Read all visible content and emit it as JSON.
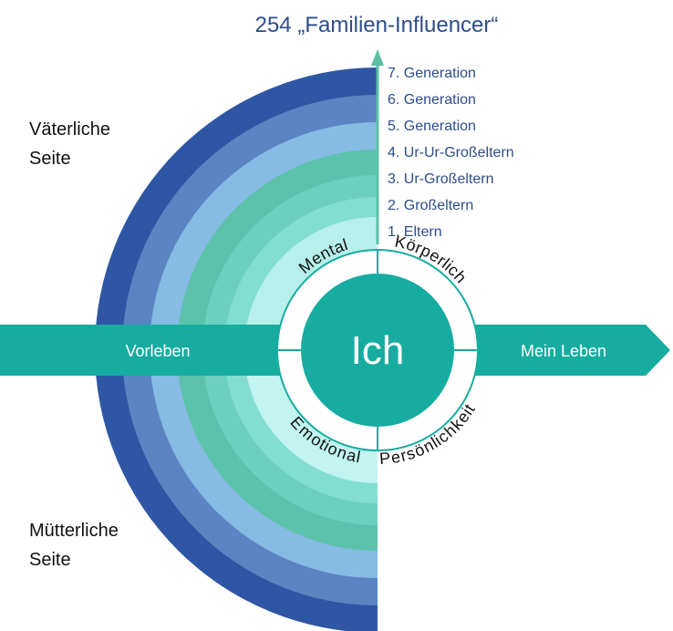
{
  "title": "254 „Familien-Influencer“",
  "generations": [
    "7. Generation",
    "6. Generation",
    "5. Generation",
    "4. Ur-Ur-Großeltern",
    "3. Ur-Großeltern",
    "2. Großeltern",
    "1. Eltern"
  ],
  "side_labels": {
    "paternal": [
      "Väterliche",
      "Seite"
    ],
    "maternal": [
      "Mütterliche",
      "Seite"
    ]
  },
  "arrows": {
    "left": "Vorleben",
    "right": "Mein Leben"
  },
  "center": "Ich",
  "aspects": [
    "Mental",
    "Körperlich",
    "Emotional",
    "Persönlichkeit"
  ],
  "colors": {
    "title": "#2d4e8a",
    "teal": "#17aca0",
    "arrow_up": "#5cc0a5",
    "paternal_rings": [
      "#2f56a4",
      "#5b84c2",
      "#86bbe4",
      "#5cc2ab",
      "#6dcfbd",
      "#82dfd0",
      "#b7f0ea"
    ],
    "maternal_rings": [
      "#2f56a4",
      "#5b84c2",
      "#86bbe4",
      "#5cc2ab",
      "#6dcfbd",
      "#82dfd0",
      "#c2f4f0"
    ]
  }
}
